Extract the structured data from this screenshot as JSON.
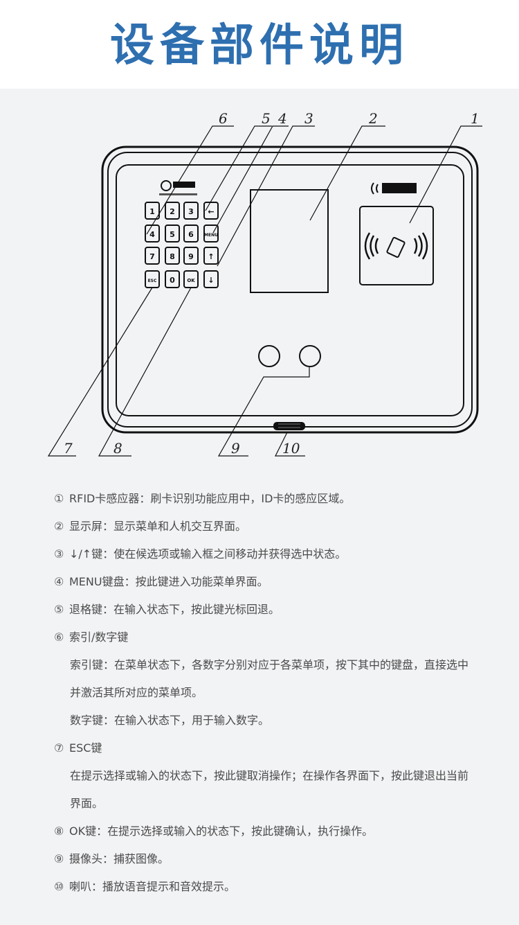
{
  "title": "设备部件说明",
  "diagram": {
    "callouts": [
      "1",
      "2",
      "3",
      "4",
      "5",
      "6",
      "7",
      "8",
      "9",
      "10"
    ],
    "keypad": {
      "row1": [
        "1",
        "2",
        "3",
        "←"
      ],
      "row2": [
        "4",
        "5",
        "6",
        "MENU"
      ],
      "row3": [
        "7",
        "8",
        "9",
        "↑"
      ],
      "row4": [
        "ESC",
        "0",
        "OK",
        "↓"
      ]
    }
  },
  "descriptions": [
    {
      "num": "①",
      "text": "RFID卡感应器：刷卡识别功能应用中，ID卡的感应区域。"
    },
    {
      "num": "②",
      "text": "显示屏：显示菜单和人机交互界面。"
    },
    {
      "num": "③",
      "text": "↓/↑键：使在候选项或输入框之间移动并获得选中状态。"
    },
    {
      "num": "④",
      "text": "MENU键盘：按此键进入功能菜单界面。"
    },
    {
      "num": "⑤",
      "text": "退格键：在输入状态下，按此键光标回退。"
    },
    {
      "num": "⑥",
      "text": "索引/数字键"
    },
    {
      "num": "",
      "text": "索引键：在菜单状态下，各数字分别对应于各菜单项，按下其中的键盘，直接选中"
    },
    {
      "num": "",
      "text": "并激活其所对应的菜单项。"
    },
    {
      "num": "",
      "text": "数字键：在输入状态下，用于输入数字。"
    },
    {
      "num": "⑦",
      "text": "ESC键"
    },
    {
      "num": "",
      "text": "在提示选择或输入的状态下，按此键取消操作；在操作各界面下，按此键退出当前"
    },
    {
      "num": "",
      "text": "界面。"
    },
    {
      "num": "⑧",
      "text": "OK键：在提示选择或输入的状态下，按此键确认，执行操作。"
    },
    {
      "num": "⑨",
      "text": "摄像头：捕获图像。"
    },
    {
      "num": "⑩",
      "text": "喇叭：播放语音提示和音效提示。"
    }
  ]
}
